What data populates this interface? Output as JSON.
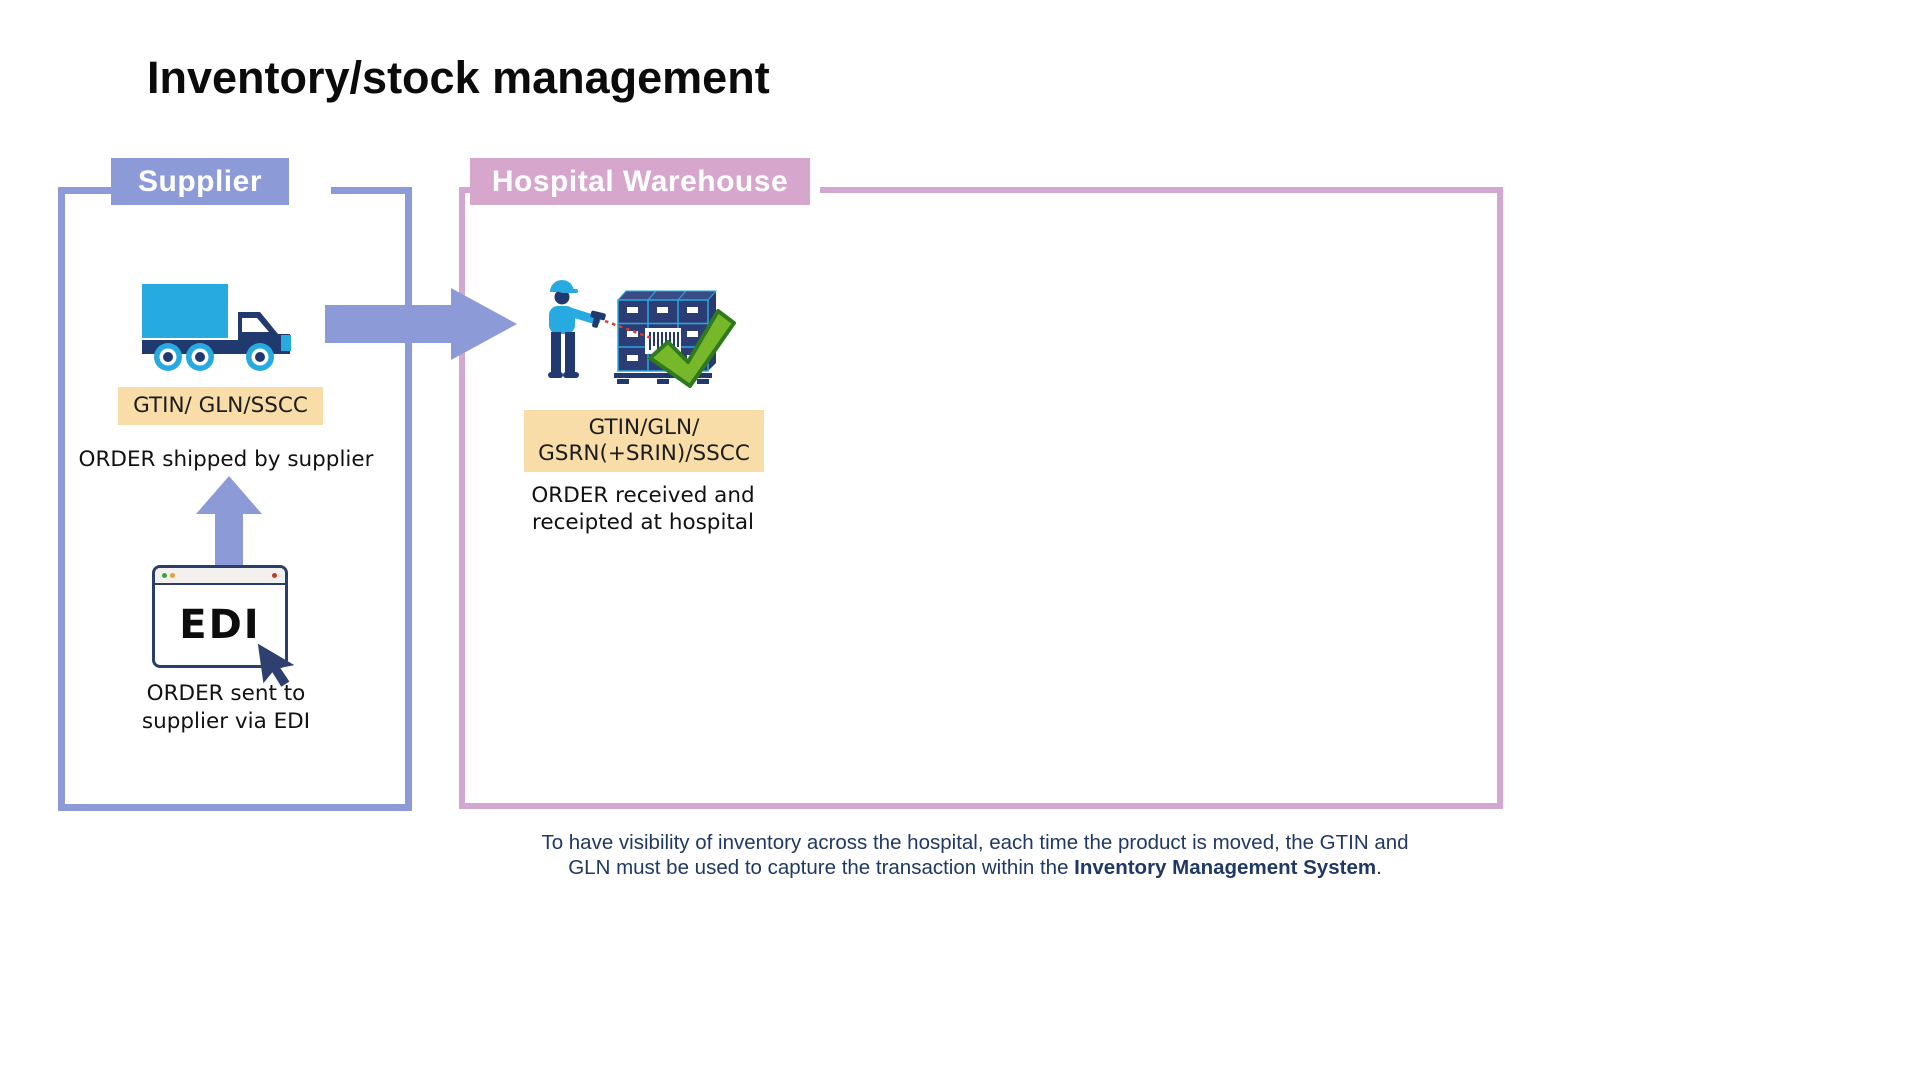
{
  "title": "Inventory/stock management",
  "supplier": {
    "header": "Supplier",
    "id_label": "GTIN/ GLN/SSCC",
    "shipped_caption": "ORDER shipped by supplier",
    "edi_text": "EDI",
    "sent_caption_line1": "ORDER sent to",
    "sent_caption_line2": "supplier via EDI"
  },
  "hospital": {
    "header": "Hospital Warehouse",
    "id_label_line1": "GTIN/GLN/",
    "id_label_line2": "GSRN(+SRIN)/SSCC",
    "received_caption_line1": "ORDER received and",
    "received_caption_line2": "receipted at hospital"
  },
  "footer": {
    "line1": "To have visibility of inventory across the hospital, each time the product is moved, the GTIN and",
    "line2_prefix": "GLN must be used to capture the transaction within the ",
    "line2_bold": "Inventory Management System",
    "line2_suffix": "."
  },
  "icons": {
    "supplier_shipping": "truck-icon",
    "order_flow": "right-block-arrow-icon",
    "order_upload": "up-block-arrow-icon",
    "order_entry": "edi-browser-window-icon",
    "cursor": "mouse-pointer-icon",
    "hospital_receiving": "worker-scanning-pallet-icon",
    "received_ok": "green-check-icon"
  },
  "colors": {
    "periwinkle": "#8c9bd7",
    "pink": "#d2a7d0",
    "pink-header": "#d6a6cd",
    "tan": "#f8dda8",
    "navy": "#203a70",
    "navy-border": "#2b3e6b",
    "cyan": "#27aadf",
    "green": "#76b82a",
    "green-dark": "#2f7a1f",
    "laser": "#e23b2e",
    "footer": "#1f3864"
  }
}
